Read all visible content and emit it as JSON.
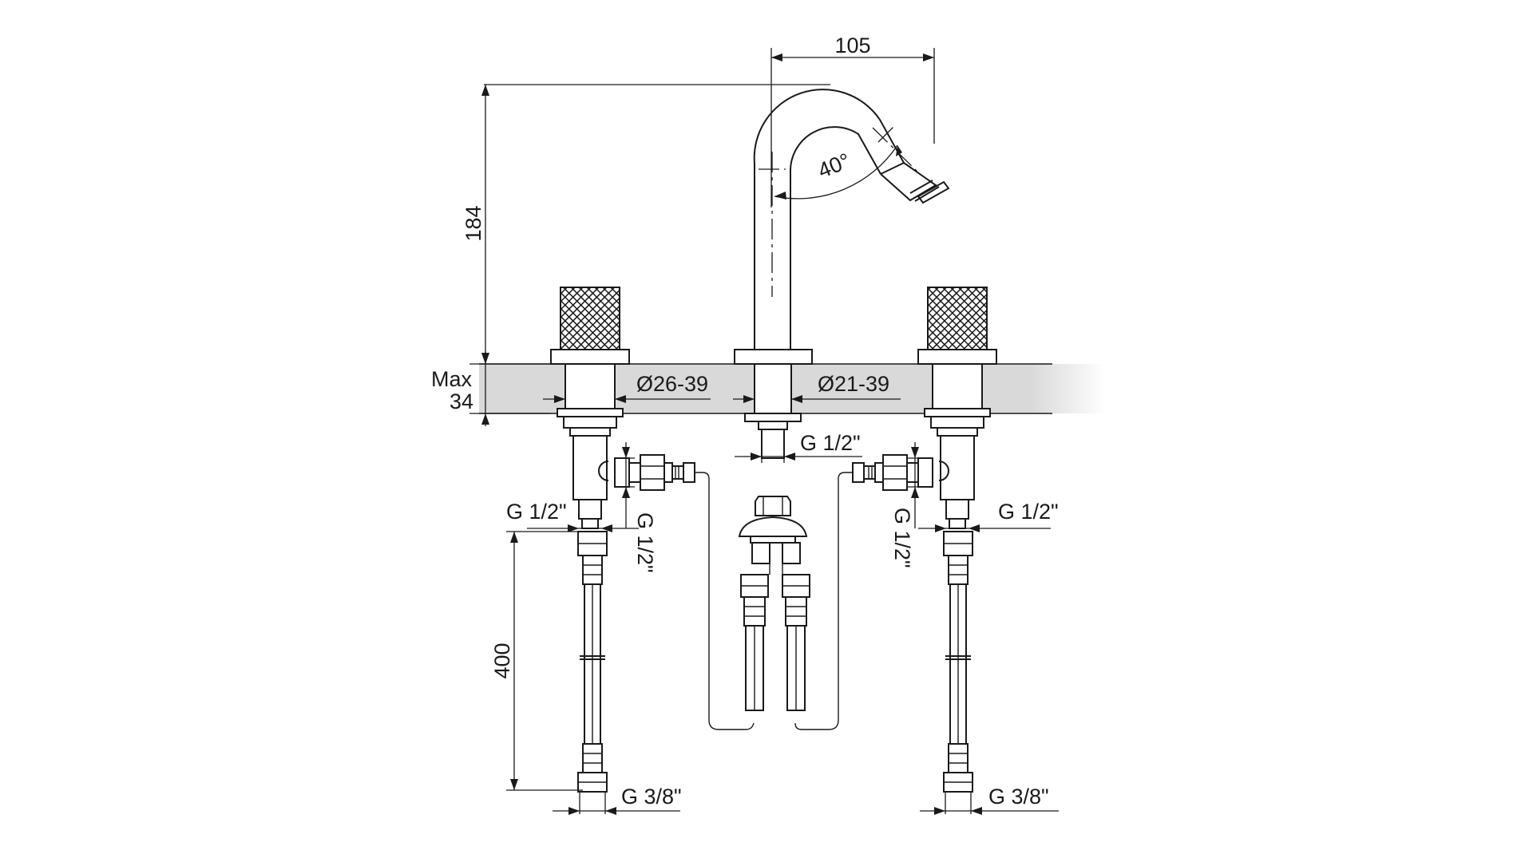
{
  "diagram": {
    "dimensions": {
      "spout_reach": "105",
      "total_height": "184",
      "max_deck_thickness_line1": "Max",
      "max_deck_thickness_line2": "34",
      "valve_hole_diameter": "Ø26-39",
      "spout_hole_diameter": "Ø21-39",
      "spout_thread": "G 1/2\"",
      "spout_angle": "40°",
      "left_outlet_thread": "G 1/2\"",
      "left_side_thread": "G 1/2\"",
      "right_side_thread": "G 1/2\"",
      "right_outlet_thread": "G 1/2\"",
      "hose_length": "400",
      "left_hose_thread": "G 3/8\"",
      "right_hose_thread": "G 3/8\""
    },
    "colors": {
      "line": "#1a1a1a",
      "deck": "#d9d9d9",
      "background": "#ffffff"
    }
  }
}
